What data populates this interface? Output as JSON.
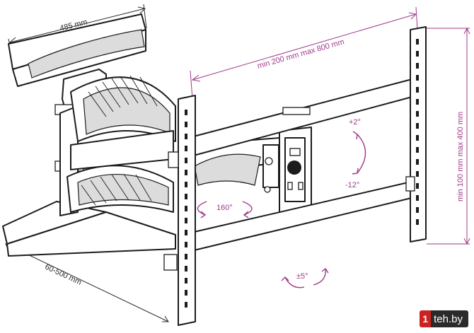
{
  "dimensions": {
    "mount_width": "485 mm",
    "horizontal_vesa": "min 200 mm max 800 mm",
    "vertical_vesa": "min 100 mm max 400 mm",
    "extension": "60-500 mm"
  },
  "adjustments": {
    "tilt_up": "+2°",
    "tilt_down": "-12°",
    "swivel": "160°",
    "rotation": "±5°"
  },
  "colors": {
    "accent": "#a03a8a",
    "line": "#1c1c1c",
    "watermark_mark": "#cc2222",
    "watermark_bg": "#2b2b2b"
  },
  "watermark": {
    "mark": "1",
    "text": "teh.by"
  }
}
